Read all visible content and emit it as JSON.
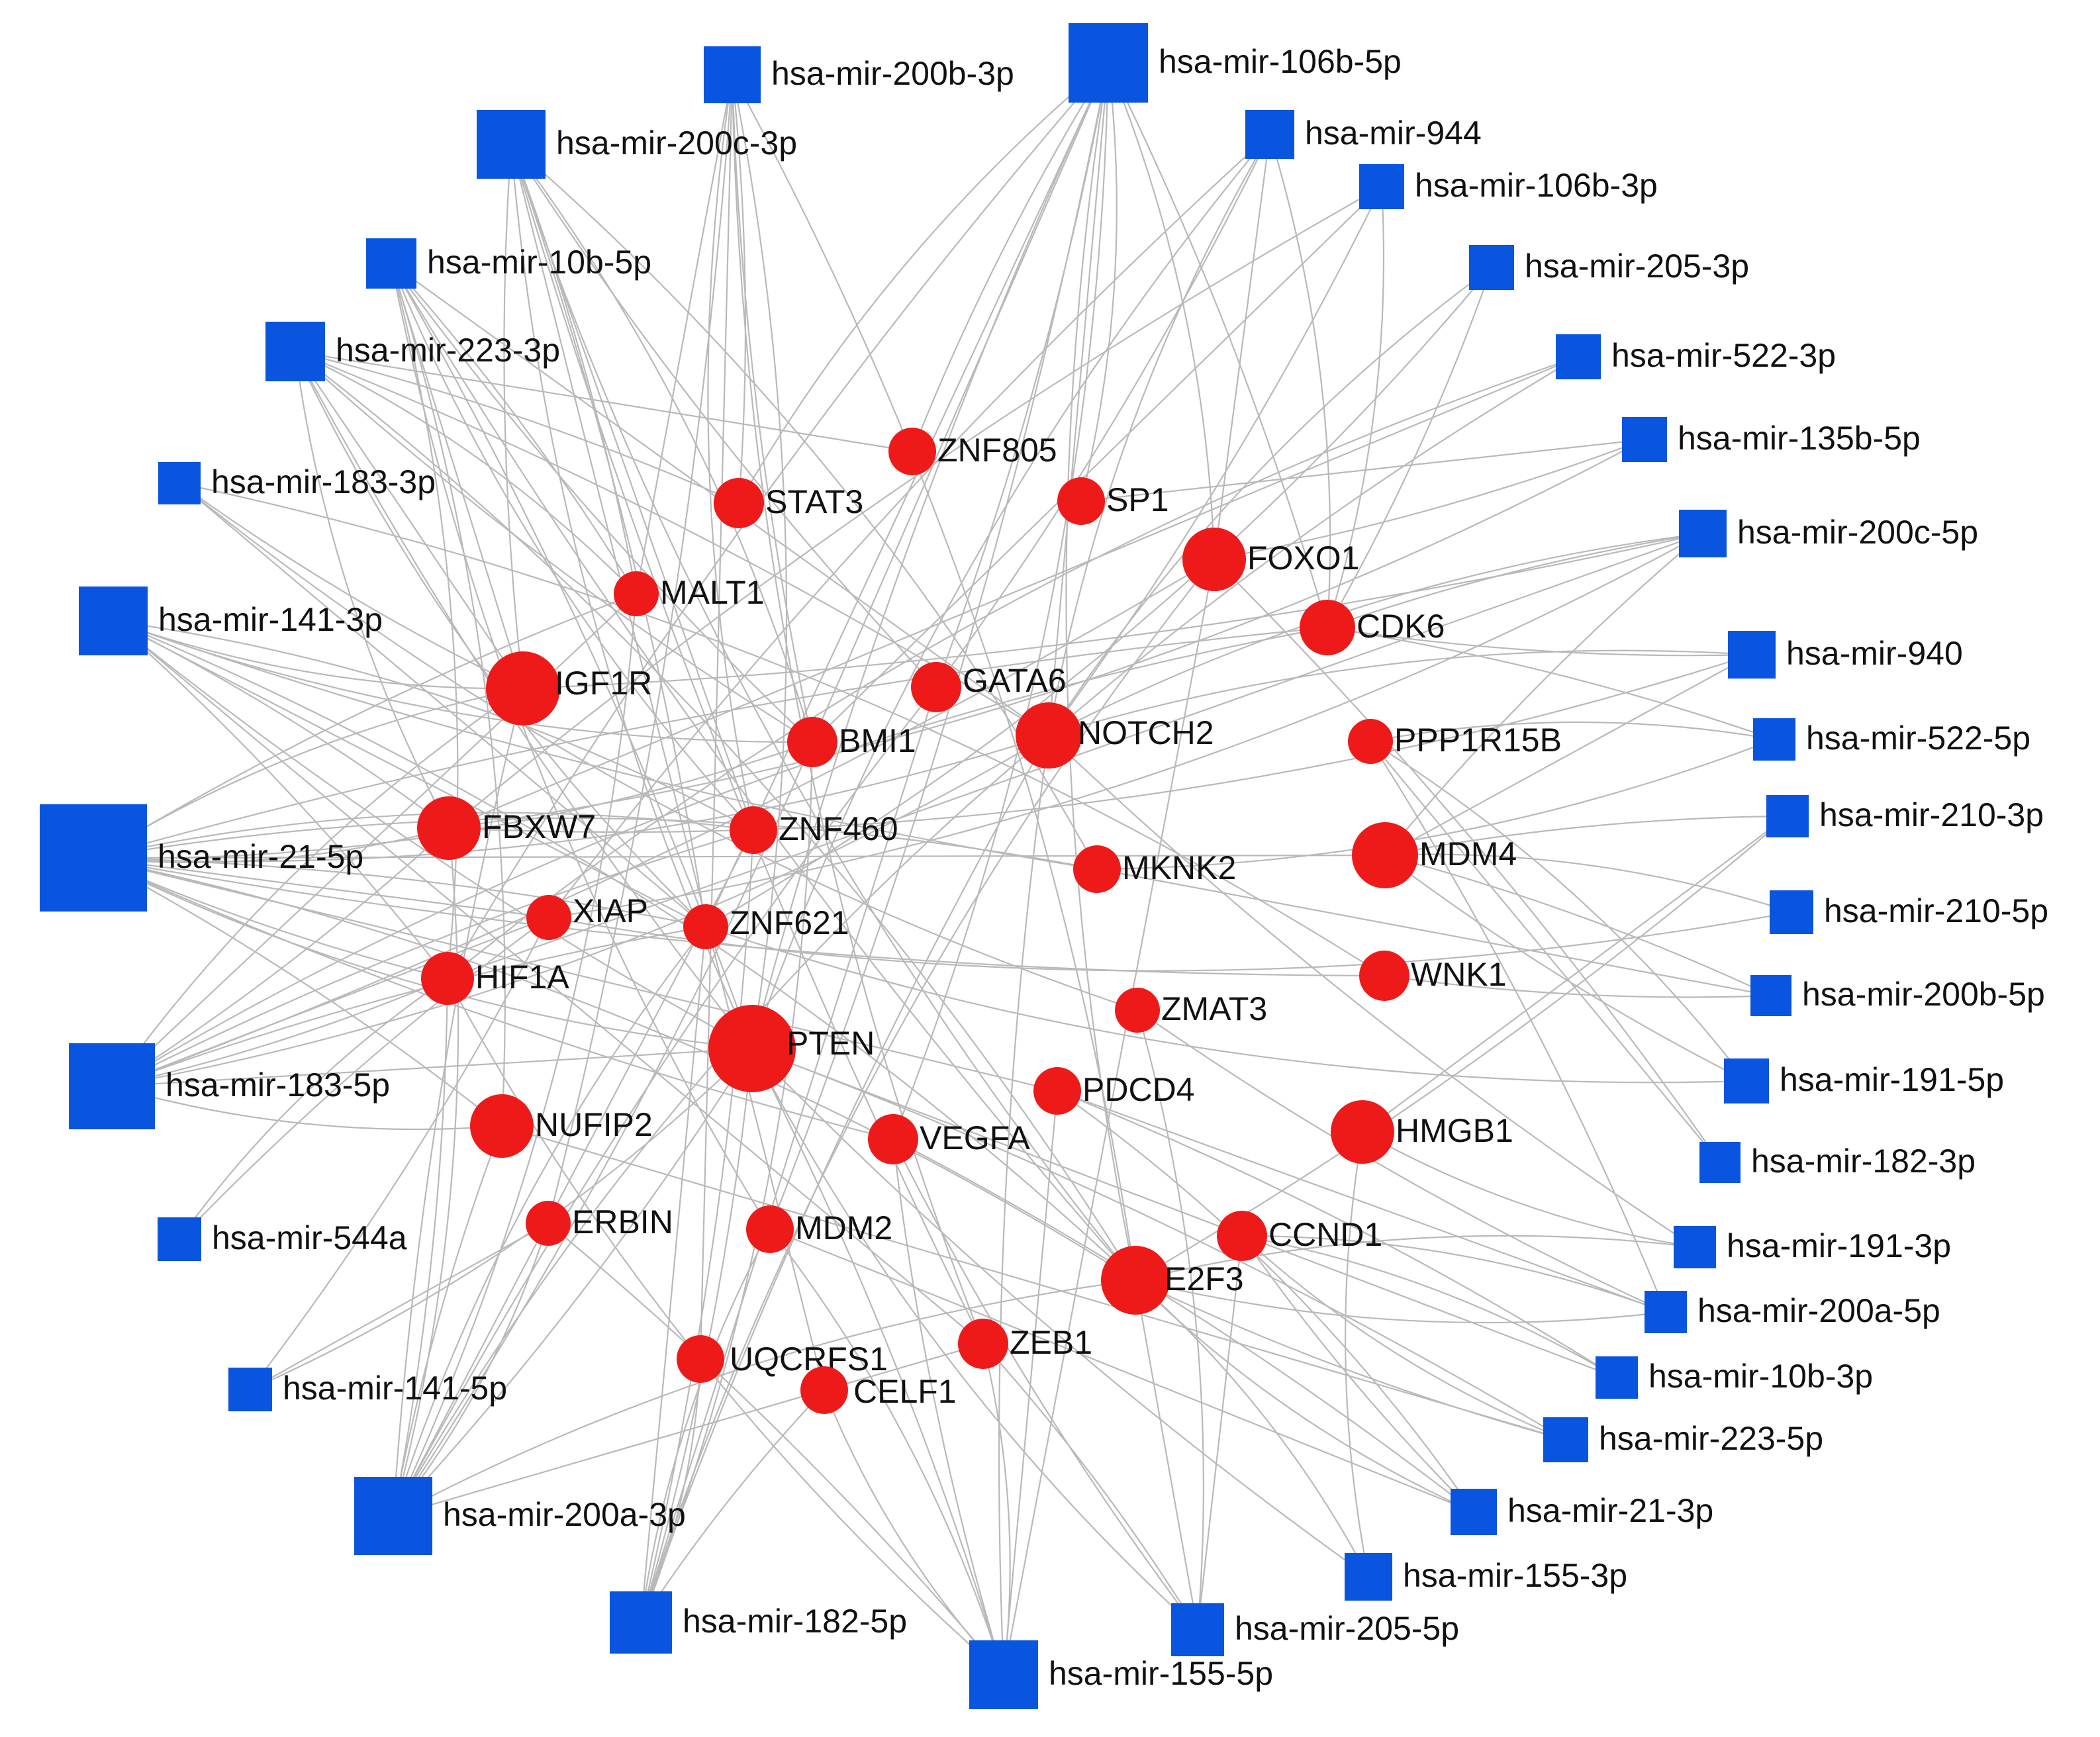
{
  "colors": {
    "mirna": "#0a55e0",
    "gene": "#ee1a1a",
    "edge": "#b9b9b9",
    "background": "#ffffff"
  },
  "shapes": {
    "mirna": "square",
    "gene": "circle"
  },
  "mirnas": [
    {
      "id": "m200b3",
      "label": "hsa-mir-200b-3p"
    },
    {
      "id": "m106b5",
      "label": "hsa-mir-106b-5p"
    },
    {
      "id": "m944",
      "label": "hsa-mir-944"
    },
    {
      "id": "m106b3",
      "label": "hsa-mir-106b-3p"
    },
    {
      "id": "m205_3",
      "label": "hsa-mir-205-3p"
    },
    {
      "id": "m522_3",
      "label": "hsa-mir-522-3p"
    },
    {
      "id": "m135b5",
      "label": "hsa-mir-135b-5p"
    },
    {
      "id": "m200c5",
      "label": "hsa-mir-200c-5p"
    },
    {
      "id": "m940",
      "label": "hsa-mir-940"
    },
    {
      "id": "m522_5",
      "label": "hsa-mir-522-5p"
    },
    {
      "id": "m210_3",
      "label": "hsa-mir-210-3p"
    },
    {
      "id": "m210_5",
      "label": "hsa-mir-210-5p"
    },
    {
      "id": "m200b5",
      "label": "hsa-mir-200b-5p"
    },
    {
      "id": "m191_5",
      "label": "hsa-mir-191-5p"
    },
    {
      "id": "m182_3",
      "label": "hsa-mir-182-3p"
    },
    {
      "id": "m191_3",
      "label": "hsa-mir-191-3p"
    },
    {
      "id": "m200a5",
      "label": "hsa-mir-200a-5p"
    },
    {
      "id": "m10b3",
      "label": "hsa-mir-10b-3p"
    },
    {
      "id": "m223_5",
      "label": "hsa-mir-223-5p"
    },
    {
      "id": "m21_3",
      "label": "hsa-mir-21-3p"
    },
    {
      "id": "m155_3",
      "label": "hsa-mir-155-3p"
    },
    {
      "id": "m205_5",
      "label": "hsa-mir-205-5p"
    },
    {
      "id": "m155_5",
      "label": "hsa-mir-155-5p"
    },
    {
      "id": "m182_5",
      "label": "hsa-mir-182-5p"
    },
    {
      "id": "m200a3",
      "label": "hsa-mir-200a-3p"
    },
    {
      "id": "m141_5",
      "label": "hsa-mir-141-5p"
    },
    {
      "id": "m544a",
      "label": "hsa-mir-544a"
    },
    {
      "id": "m183_5",
      "label": "hsa-mir-183-5p"
    },
    {
      "id": "m21_5",
      "label": "hsa-mir-21-5p"
    },
    {
      "id": "m141_3",
      "label": "hsa-mir-141-3p"
    },
    {
      "id": "m183_3",
      "label": "hsa-mir-183-3p"
    },
    {
      "id": "m223_3",
      "label": "hsa-mir-223-3p"
    },
    {
      "id": "m10b5",
      "label": "hsa-mir-10b-5p"
    },
    {
      "id": "m200c3",
      "label": "hsa-mir-200c-3p"
    }
  ],
  "genes": [
    {
      "id": "ZNF805",
      "label": "ZNF805"
    },
    {
      "id": "STAT3",
      "label": "STAT3"
    },
    {
      "id": "SP1",
      "label": "SP1"
    },
    {
      "id": "FOXO1",
      "label": "FOXO1"
    },
    {
      "id": "MALT1",
      "label": "MALT1"
    },
    {
      "id": "CDK6",
      "label": "CDK6"
    },
    {
      "id": "IGF1R",
      "label": "IGF1R"
    },
    {
      "id": "GATA6",
      "label": "GATA6"
    },
    {
      "id": "BMI1",
      "label": "BMI1"
    },
    {
      "id": "NOTCH2",
      "label": "NOTCH2"
    },
    {
      "id": "PPP1R15B",
      "label": "PPP1R15B"
    },
    {
      "id": "FBXW7",
      "label": "FBXW7"
    },
    {
      "id": "ZNF460",
      "label": "ZNF460"
    },
    {
      "id": "MDM4",
      "label": "MDM4"
    },
    {
      "id": "MKNK2",
      "label": "MKNK2"
    },
    {
      "id": "XIAP",
      "label": "XIAP"
    },
    {
      "id": "ZNF621",
      "label": "ZNF621"
    },
    {
      "id": "HIF1A",
      "label": "HIF1A"
    },
    {
      "id": "WNK1",
      "label": "WNK1"
    },
    {
      "id": "ZMAT3",
      "label": "ZMAT3"
    },
    {
      "id": "PTEN",
      "label": "PTEN"
    },
    {
      "id": "PDCD4",
      "label": "PDCD4"
    },
    {
      "id": "NUFIP2",
      "label": "NUFIP2"
    },
    {
      "id": "VEGFA",
      "label": "VEGFA"
    },
    {
      "id": "HMGB1",
      "label": "HMGB1"
    },
    {
      "id": "ERBIN",
      "label": "ERBIN"
    },
    {
      "id": "MDM2",
      "label": "MDM2"
    },
    {
      "id": "CCND1",
      "label": "CCND1"
    },
    {
      "id": "E2F3",
      "label": "E2F3"
    },
    {
      "id": "ZEB1",
      "label": "ZEB1"
    },
    {
      "id": "UQCRFS1",
      "label": "UQCRFS1"
    },
    {
      "id": "CELF1",
      "label": "CELF1"
    }
  ],
  "edges": [
    [
      "m106b5",
      "FOXO1"
    ],
    [
      "m106b5",
      "CDK6"
    ],
    [
      "m106b5",
      "NOTCH2"
    ],
    [
      "m106b5",
      "PTEN"
    ],
    [
      "m106b5",
      "E2F3"
    ],
    [
      "m106b5",
      "SP1"
    ],
    [
      "m106b5",
      "GATA6"
    ],
    [
      "m106b5",
      "BMI1"
    ],
    [
      "m106b5",
      "ZNF805"
    ],
    [
      "m106b5",
      "STAT3"
    ],
    [
      "m106b5",
      "VEGFA"
    ],
    [
      "m106b5",
      "MDM2"
    ],
    [
      "m106b5",
      "ZNF621"
    ],
    [
      "m106b5",
      "HIF1A"
    ],
    [
      "m200b3",
      "ZEB1"
    ],
    [
      "m200b3",
      "PTEN"
    ],
    [
      "m200b3",
      "STAT3"
    ],
    [
      "m200b3",
      "MALT1"
    ],
    [
      "m200b3",
      "BMI1"
    ],
    [
      "m200b3",
      "ZNF460"
    ],
    [
      "m200b3",
      "E2F3"
    ],
    [
      "m200b3",
      "ERBIN"
    ],
    [
      "m200b3",
      "UQCRFS1"
    ],
    [
      "m200c3",
      "ZEB1"
    ],
    [
      "m200c3",
      "PTEN"
    ],
    [
      "m200c3",
      "BMI1"
    ],
    [
      "m200c3",
      "MALT1"
    ],
    [
      "m200c3",
      "ZNF460"
    ],
    [
      "m200c3",
      "IGF1R"
    ],
    [
      "m200c3",
      "E2F3"
    ],
    [
      "m200c3",
      "MKNK2"
    ],
    [
      "m200c3",
      "ZNF621"
    ],
    [
      "m200c3",
      "CELF1"
    ],
    [
      "m200c3",
      "GATA6"
    ],
    [
      "m944",
      "NOTCH2"
    ],
    [
      "m944",
      "CDK6"
    ],
    [
      "m944",
      "GATA6"
    ],
    [
      "m944",
      "FOXO1"
    ],
    [
      "m944",
      "XIAP"
    ],
    [
      "m944",
      "PTEN"
    ],
    [
      "m106b3",
      "CDK6"
    ],
    [
      "m106b3",
      "NOTCH2"
    ],
    [
      "m106b3",
      "BMI1"
    ],
    [
      "m106b3",
      "FBXW7"
    ],
    [
      "m205_3",
      "NOTCH2"
    ],
    [
      "m205_3",
      "ZNF621"
    ],
    [
      "m205_3",
      "CDK6"
    ],
    [
      "m522_3",
      "FBXW7"
    ],
    [
      "m522_3",
      "NOTCH2"
    ],
    [
      "m522_3",
      "HIF1A"
    ],
    [
      "m135b5",
      "FBXW7"
    ],
    [
      "m135b5",
      "FOXO1"
    ],
    [
      "m135b5",
      "SP1"
    ],
    [
      "m200c5",
      "CDK6"
    ],
    [
      "m200c5",
      "NOTCH2"
    ],
    [
      "m200c5",
      "XIAP"
    ],
    [
      "m200c5",
      "IGF1R"
    ],
    [
      "m200c5",
      "HIF1A"
    ],
    [
      "m200c5",
      "MDM4"
    ],
    [
      "m940",
      "NOTCH2"
    ],
    [
      "m940",
      "FBXW7"
    ],
    [
      "m940",
      "CDK6"
    ],
    [
      "m940",
      "MDM4"
    ],
    [
      "m522_5",
      "CDK6"
    ],
    [
      "m522_5",
      "PPP1R15B"
    ],
    [
      "m522_5",
      "MKNK2"
    ],
    [
      "m210_3",
      "E2F3"
    ],
    [
      "m210_3",
      "HMGB1"
    ],
    [
      "m210_3",
      "MDM4"
    ],
    [
      "m210_5",
      "MDM4"
    ],
    [
      "m210_5",
      "XIAP"
    ],
    [
      "m200b5",
      "WNK1"
    ],
    [
      "m200b5",
      "MKNK2"
    ],
    [
      "m200b5",
      "MDM4"
    ],
    [
      "m191_5",
      "PPP1R15B"
    ],
    [
      "m191_5",
      "ZNF621"
    ],
    [
      "m191_5",
      "MDM4"
    ],
    [
      "m182_3",
      "PPP1R15B"
    ],
    [
      "m182_3",
      "FOXO1"
    ],
    [
      "m191_3",
      "E2F3"
    ],
    [
      "m191_3",
      "HMGB1"
    ],
    [
      "m191_3",
      "NOTCH2"
    ],
    [
      "m200a5",
      "PDCD4"
    ],
    [
      "m200a5",
      "PPP1R15B"
    ],
    [
      "m200a5",
      "CCND1"
    ],
    [
      "m200a5",
      "E2F3"
    ],
    [
      "m200a5",
      "ZMAT3"
    ],
    [
      "m10b3",
      "PTEN"
    ],
    [
      "m10b3",
      "PDCD4"
    ],
    [
      "m10b3",
      "CCND1"
    ],
    [
      "m223_5",
      "CCND1"
    ],
    [
      "m223_5",
      "E2F3"
    ],
    [
      "m223_5",
      "NUFIP2"
    ],
    [
      "m223_5",
      "PTEN"
    ],
    [
      "m21_3",
      "PDCD4"
    ],
    [
      "m21_3",
      "E2F3"
    ],
    [
      "m21_3",
      "CCND1"
    ],
    [
      "m21_3",
      "MDM2"
    ],
    [
      "m21_3",
      "VEGFA"
    ],
    [
      "m155_3",
      "E2F3"
    ],
    [
      "m155_3",
      "HMGB1"
    ],
    [
      "m155_3",
      "PTEN"
    ],
    [
      "m205_5",
      "E2F3"
    ],
    [
      "m205_5",
      "ZEB1"
    ],
    [
      "m205_5",
      "ZMAT3"
    ],
    [
      "m205_5",
      "PTEN"
    ],
    [
      "m205_5",
      "VEGFA"
    ],
    [
      "m205_5",
      "CCND1"
    ],
    [
      "m155_5",
      "PTEN"
    ],
    [
      "m155_5",
      "ZEB1"
    ],
    [
      "m155_5",
      "CELF1"
    ],
    [
      "m155_5",
      "VEGFA"
    ],
    [
      "m155_5",
      "PDCD4"
    ],
    [
      "m155_5",
      "ERBIN"
    ],
    [
      "m155_5",
      "MDM2"
    ],
    [
      "m155_5",
      "HIF1A"
    ],
    [
      "m155_5",
      "NOTCH2"
    ],
    [
      "m155_5",
      "FOXO1"
    ],
    [
      "m182_5",
      "PTEN"
    ],
    [
      "m182_5",
      "UQCRFS1"
    ],
    [
      "m182_5",
      "MDM2"
    ],
    [
      "m182_5",
      "CELF1"
    ],
    [
      "m182_5",
      "ZNF621"
    ],
    [
      "m182_5",
      "ZNF460"
    ],
    [
      "m182_5",
      "BMI1"
    ],
    [
      "m182_5",
      "FOXO1"
    ],
    [
      "m182_5",
      "NOTCH2"
    ],
    [
      "m182_5",
      "GATA6"
    ],
    [
      "m200a3",
      "PTEN"
    ],
    [
      "m200a3",
      "ERBIN"
    ],
    [
      "m200a3",
      "ZNF621"
    ],
    [
      "m200a3",
      "NUFIP2"
    ],
    [
      "m200a3",
      "ZNF460"
    ],
    [
      "m200a3",
      "BMI1"
    ],
    [
      "m200a3",
      "MALT1"
    ],
    [
      "m200a3",
      "NOTCH2"
    ],
    [
      "m200a3",
      "IGF1R"
    ],
    [
      "m200a3",
      "ZEB1"
    ],
    [
      "m200a3",
      "HIF1A"
    ],
    [
      "m200a3",
      "FBXW7"
    ],
    [
      "m200a3",
      "E2F3"
    ],
    [
      "m200a3",
      "GATA6"
    ],
    [
      "m141_5",
      "ERBIN"
    ],
    [
      "m141_5",
      "XIAP"
    ],
    [
      "m141_5",
      "PTEN"
    ],
    [
      "m544a",
      "HIF1A"
    ],
    [
      "m544a",
      "XIAP"
    ],
    [
      "m183_5",
      "PTEN"
    ],
    [
      "m183_5",
      "FBXW7"
    ],
    [
      "m183_5",
      "NOTCH2"
    ],
    [
      "m183_5",
      "IGF1R"
    ],
    [
      "m183_5",
      "ZNF621"
    ],
    [
      "m183_5",
      "XIAP"
    ],
    [
      "m183_5",
      "HIF1A"
    ],
    [
      "m183_5",
      "NUFIP2"
    ],
    [
      "m183_5",
      "CDK6"
    ],
    [
      "m183_5",
      "ZNF460"
    ],
    [
      "m183_5",
      "MALT1"
    ],
    [
      "m183_5",
      "FOXO1"
    ],
    [
      "m21_5",
      "PTEN"
    ],
    [
      "m21_5",
      "IGF1R"
    ],
    [
      "m21_5",
      "NUFIP2"
    ],
    [
      "m21_5",
      "XIAP"
    ],
    [
      "m21_5",
      "HIF1A"
    ],
    [
      "m21_5",
      "FBXW7"
    ],
    [
      "m21_5",
      "MKNK2"
    ],
    [
      "m21_5",
      "ZNF621"
    ],
    [
      "m21_5",
      "PDCD4"
    ],
    [
      "m21_5",
      "VEGFA"
    ],
    [
      "m21_5",
      "NOTCH2"
    ],
    [
      "m21_5",
      "ZNF460"
    ],
    [
      "m21_5",
      "MALT1"
    ],
    [
      "m21_5",
      "MDM4"
    ],
    [
      "m21_5",
      "WNK1"
    ],
    [
      "m21_5",
      "BMI1"
    ],
    [
      "m21_5",
      "E2F3"
    ],
    [
      "m21_5",
      "CDK6"
    ],
    [
      "m141_3",
      "ZEB1"
    ],
    [
      "m141_3",
      "PTEN"
    ],
    [
      "m141_3",
      "IGF1R"
    ],
    [
      "m141_3",
      "ZNF460"
    ],
    [
      "m141_3",
      "FBXW7"
    ],
    [
      "m141_3",
      "ZNF621"
    ],
    [
      "m141_3",
      "MKNK2"
    ],
    [
      "m141_3",
      "BMI1"
    ],
    [
      "m141_3",
      "E2F3"
    ],
    [
      "m141_3",
      "HIF1A"
    ],
    [
      "m183_3",
      "ZNF621"
    ],
    [
      "m183_3",
      "IGF1R"
    ],
    [
      "m183_3",
      "ZMAT3"
    ],
    [
      "m183_3",
      "WNK1"
    ],
    [
      "m223_3",
      "STAT3"
    ],
    [
      "m223_3",
      "IGF1R"
    ],
    [
      "m223_3",
      "PTEN"
    ],
    [
      "m223_3",
      "FBXW7"
    ],
    [
      "m223_3",
      "MALT1"
    ],
    [
      "m223_3",
      "NOTCH2"
    ],
    [
      "m223_3",
      "ZNF805"
    ],
    [
      "m223_3",
      "BMI1"
    ],
    [
      "m223_3",
      "ZNF621"
    ],
    [
      "m223_3",
      "E2F3"
    ],
    [
      "m10b5",
      "MALT1"
    ],
    [
      "m10b5",
      "IGF1R"
    ],
    [
      "m10b5",
      "BMI1"
    ],
    [
      "m10b5",
      "ZNF460"
    ],
    [
      "m10b5",
      "HIF1A"
    ],
    [
      "m10b5",
      "PTEN"
    ],
    [
      "m10b5",
      "NOTCH2"
    ],
    [
      "m10b5",
      "E2F3"
    ],
    [
      "m10b5",
      "MDM2"
    ],
    [
      "m10b5",
      "NUFIP2"
    ]
  ]
}
